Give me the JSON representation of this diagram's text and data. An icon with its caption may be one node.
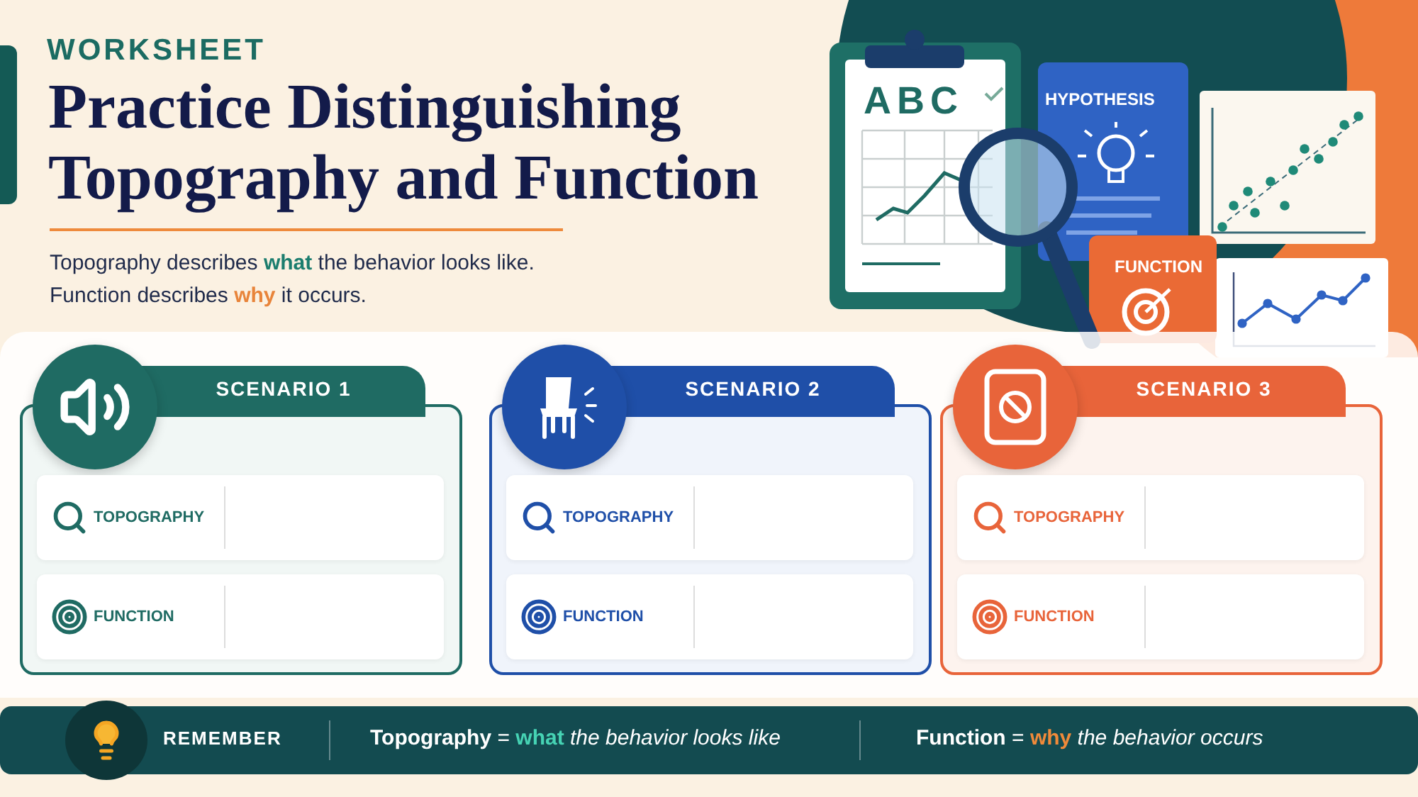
{
  "diagram": {
    "title": "Practice Distinguishing Topography and Function",
    "nodes": [
      {
        "text": [
          "SCENARIO 1"
        ]
      },
      {
        "text": [
          "TOPOGRAPHY"
        ],
        "in": 0
      },
      {
        "text": [
          "FUNCTION"
        ],
        "in": 0
      },
      {
        "text": [
          "SCENARIO 2"
        ]
      },
      {
        "text": [
          "TOPOGRAPHY"
        ],
        "in": 3
      },
      {
        "text": [
          "FUNCTION"
        ],
        "in": 3
      },
      {
        "text": [
          "SCENARIO 3"
        ]
      },
      {
        "text": [
          "TOPOGRAPHY"
        ],
        "in": 6
      },
      {
        "text": [
          "FUNCTION"
        ],
        "in": 6
      }
    ],
    "labels": [
      "WORKSHEET",
      "Topography describes **what** the behavior looks like.",
      "Function describes **why** it occurs.",
      "ABC",
      "HYPOTHESIS",
      "FUNCTION",
      "REMEMBER",
      "**Topography** = **what** *the behavior looks like*",
      "**Function** = **why** *the behavior occurs*"
    ]
  }
}
